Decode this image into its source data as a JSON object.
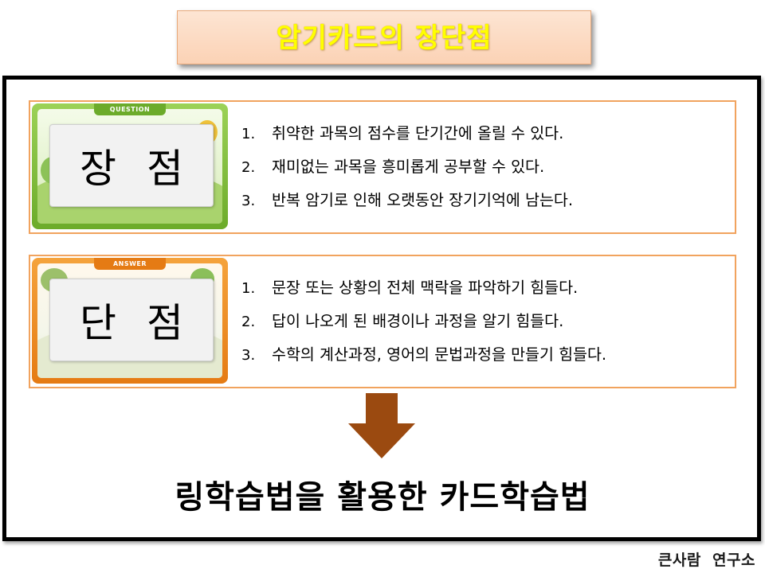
{
  "title": "암기카드의 장단점",
  "pros": {
    "card_tab": "QUESTION",
    "word": [
      "장",
      "점"
    ],
    "items": [
      {
        "num": "1.",
        "text": "취약한 과목의 점수를 단기간에 올릴 수 있다."
      },
      {
        "num": "2.",
        "text": "재미없는 과목을 흥미롭게 공부할 수 있다."
      },
      {
        "num": "3.",
        "text": "반복 암기로 인해 오랫동안 장기기억에 남는다."
      }
    ]
  },
  "cons": {
    "card_tab": "ANSWER",
    "word": [
      "단",
      "점"
    ],
    "items": [
      {
        "num": "1.",
        "text": "문장 또는 상황의 전체 맥락을 파악하기 힘들다."
      },
      {
        "num": "2.",
        "text": "답이 나오게 된 배경이나 과정을 알기 힘들다."
      },
      {
        "num": "3.",
        "text": "수학의 계산과정, 영어의 문법과정을 만들기 힘들다."
      }
    ]
  },
  "conclusion": "링학습법을 활용한 카드학습법",
  "brand": "큰사람  연구소",
  "colors": {
    "title_text": "#ffff00",
    "panel_border": "#f1a35e",
    "arrow": "#9b4a10",
    "pros_card": "#7dbb38",
    "cons_card": "#ec8a22"
  }
}
